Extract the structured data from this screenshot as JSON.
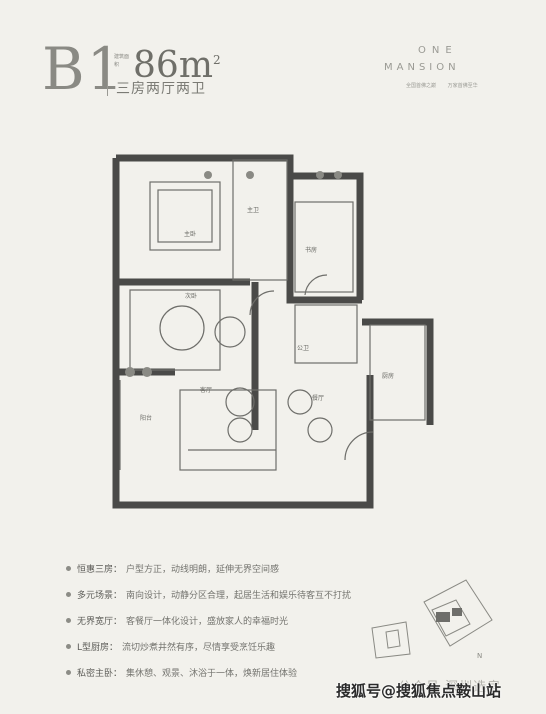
{
  "header": {
    "code": "B1",
    "area_label": "建筑面积",
    "area_value": "86",
    "area_unit": "m",
    "area_sup": "2",
    "rooms": "三房两厅两卫",
    "brand_line1": "ONE",
    "brand_line2": "MANSION",
    "slogan": "全国首佛之巅 万家首佛至华"
  },
  "plan_labels": {
    "master": "主卧",
    "second": "次卧",
    "third": "书房",
    "bath1": "主卫",
    "bath2": "公卫",
    "living": "客厅",
    "dining": "餐厅",
    "kitchen": "厨房",
    "balcony": "阳台"
  },
  "features": [
    {
      "name": "恒惠三房：",
      "desc": "户型方正，动线明朗，延伸无界空间感"
    },
    {
      "name": "多元场景：",
      "desc": "南向设计，动静分区合理，起居生活和娱乐待客互不打扰"
    },
    {
      "name": "无界宽厅：",
      "desc": "客餐厅一体化设计，盛放家人的幸福时光"
    },
    {
      "name": "L型厨房：",
      "desc": "流切炒煮井然有序，尽情享受烹饪乐趣"
    },
    {
      "name": "私密主卧：",
      "desc": "集休憩、观景、沐浴于一体，焕新居住体验"
    }
  ],
  "north": "N",
  "watermark": "公众号 深圳选房",
  "watermark2": "搜狐号@搜狐焦点鞍山站",
  "colors": {
    "background": "#f2f1ec",
    "wall": "#4a4a48",
    "text": "#6b6b66"
  }
}
